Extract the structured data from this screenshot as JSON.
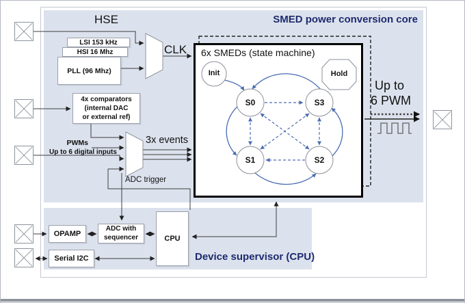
{
  "header": {
    "core_title": "SMED power conversion core"
  },
  "clocks": {
    "hse": "HSE",
    "lsi": "LSI  153 kHz",
    "hsi": "HSI  16 Mhz",
    "pll": "PLL (96 Mhz)",
    "clk": "CLK"
  },
  "smed": {
    "title": "6x SMEDs (state machine)",
    "init": "Init",
    "hold": "Hold",
    "states": [
      "S0",
      "S3",
      "S1",
      "S2"
    ]
  },
  "events": {
    "comparators_line1": "4x comparators",
    "comparators_line2": "(internal DAC",
    "comparators_line3": "or external ref)",
    "pwms": "PWMs",
    "digital_inputs": "Up to 6 digital inputs",
    "events_label": "3x events",
    "adc_trigger": "ADC trigger"
  },
  "output": {
    "upto": "Up to",
    "pwm": "6 PWM"
  },
  "supervisor": {
    "title": "Device supervisor (CPU)",
    "opamp": "OPAMP",
    "adc_line1": "ADC with",
    "adc_line2": "sequencer",
    "cpu": "CPU",
    "serial": "Serial I2C"
  },
  "colors": {
    "region_bg": "#dce2ed",
    "title_navy": "#1d2a6e",
    "state_arrow_blue": "#4a6cb3",
    "wire": "#3c3c3c"
  }
}
